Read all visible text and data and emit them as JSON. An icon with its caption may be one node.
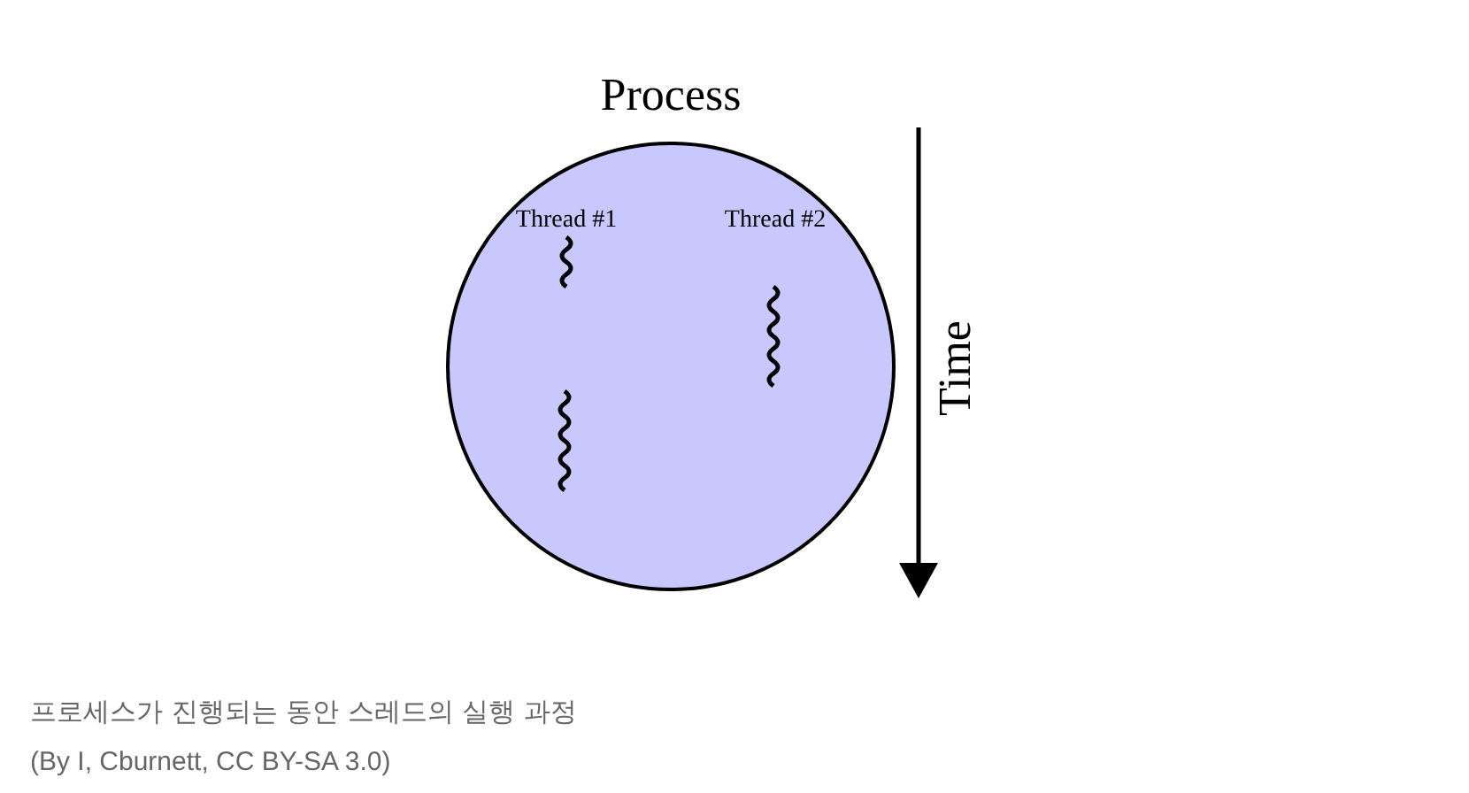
{
  "diagram": {
    "caption": "프로세스가 진행되는 동안 스레드의 실행 과정",
    "nodes": [
      {
        "text": [
          "Process"
        ]
      }
    ],
    "labels": [
      "Thread #1",
      "Thread #2",
      "Time",
      "(By I, Cburnett, CC BY-SA 3.0)"
    ]
  }
}
